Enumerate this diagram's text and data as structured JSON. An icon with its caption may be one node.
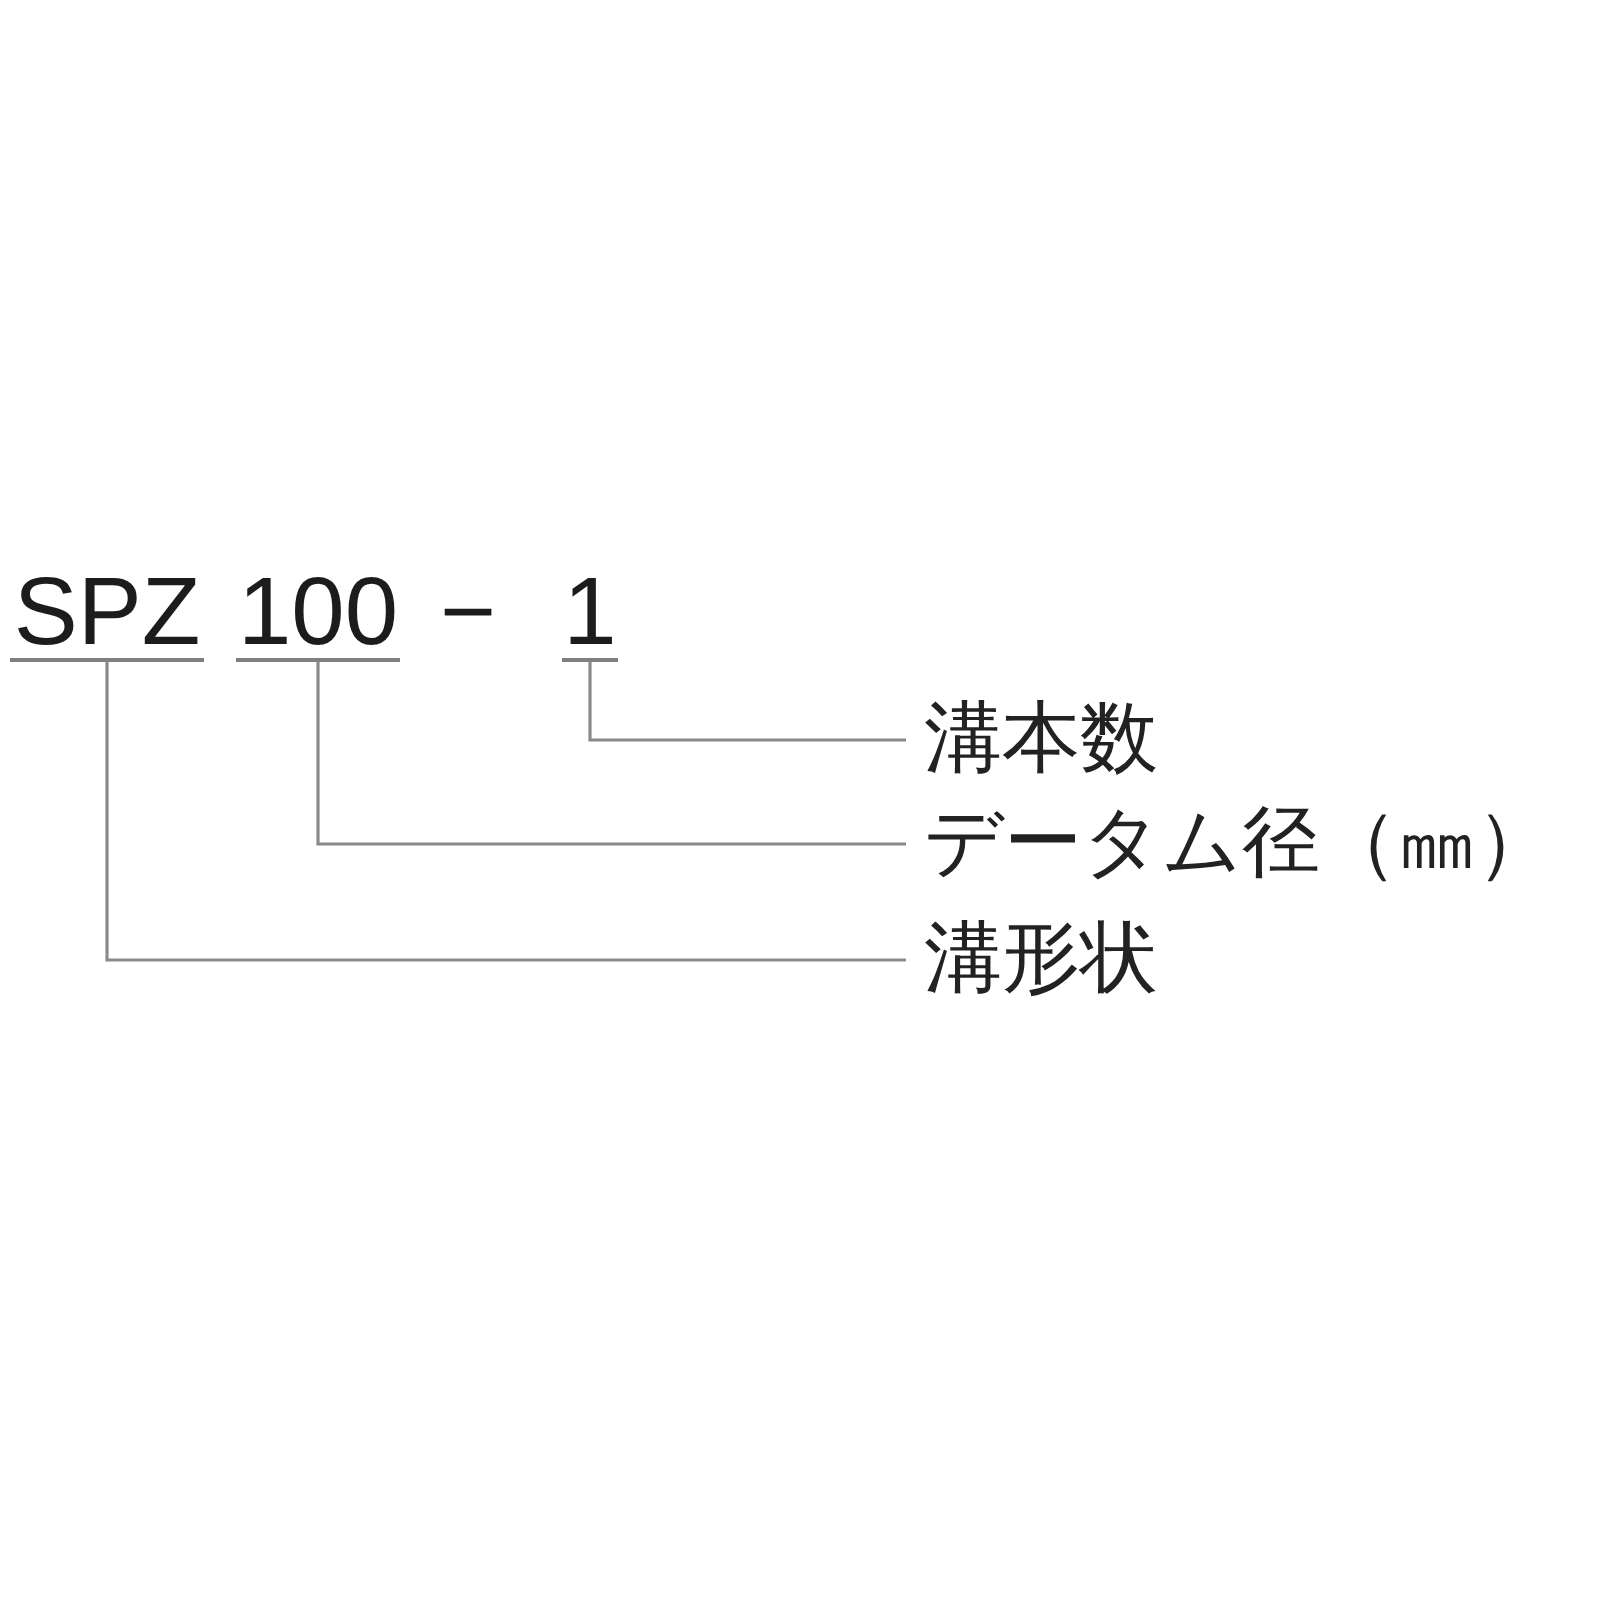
{
  "diagram": {
    "nodes": [
      {
        "text": [
          "SPZ"
        ]
      },
      {
        "text": [
          "100"
        ]
      },
      {
        "text": [
          "1"
        ]
      },
      {
        "text": [
          "溝本数"
        ]
      },
      {
        "text": [
          "データム径（㎜）"
        ]
      },
      {
        "text": [
          "溝形状"
        ]
      }
    ],
    "edges": [
      {
        "from": 2,
        "to": 3,
        "arrow": "none"
      },
      {
        "from": 1,
        "to": 4,
        "arrow": "none"
      },
      {
        "from": 0,
        "to": 5,
        "arrow": "none"
      }
    ],
    "labels": [
      "−"
    ]
  }
}
